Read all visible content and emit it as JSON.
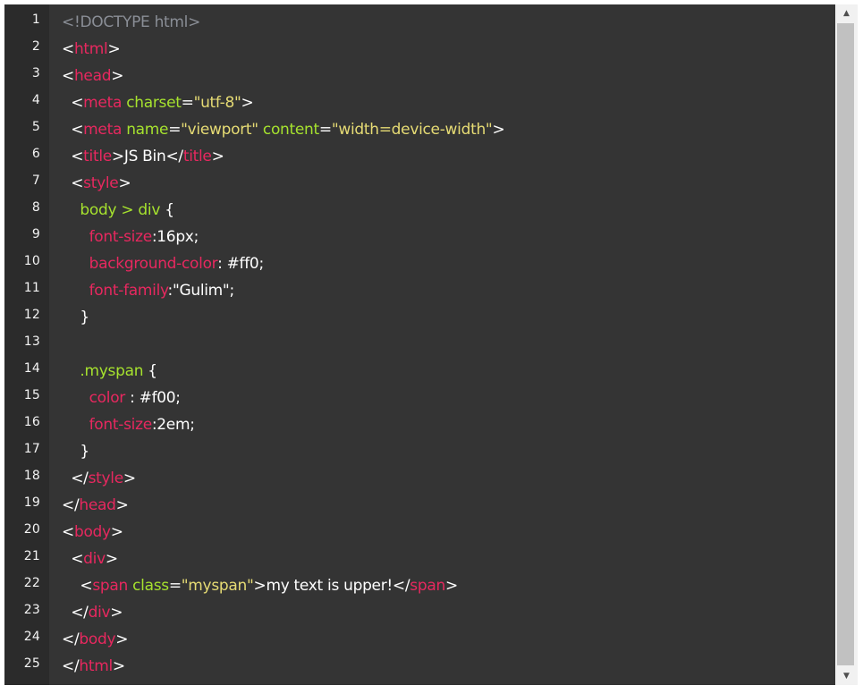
{
  "editor": {
    "lines": [
      {
        "n": "1",
        "tokens": [
          {
            "t": "doctype",
            "v": "<!DOCTYPE html>"
          }
        ]
      },
      {
        "n": "2",
        "tokens": [
          {
            "t": "punct",
            "v": "<"
          },
          {
            "t": "tag",
            "v": "html"
          },
          {
            "t": "punct",
            "v": ">"
          }
        ]
      },
      {
        "n": "3",
        "tokens": [
          {
            "t": "punct",
            "v": "<"
          },
          {
            "t": "tag",
            "v": "head"
          },
          {
            "t": "punct",
            "v": ">"
          }
        ]
      },
      {
        "n": "4",
        "tokens": [
          {
            "t": "text",
            "v": "  "
          },
          {
            "t": "punct",
            "v": "<"
          },
          {
            "t": "tag",
            "v": "meta"
          },
          {
            "t": "text",
            "v": " "
          },
          {
            "t": "attr",
            "v": "charset"
          },
          {
            "t": "punct",
            "v": "="
          },
          {
            "t": "string",
            "v": "\"utf-8\""
          },
          {
            "t": "punct",
            "v": ">"
          }
        ]
      },
      {
        "n": "5",
        "tokens": [
          {
            "t": "text",
            "v": "  "
          },
          {
            "t": "punct",
            "v": "<"
          },
          {
            "t": "tag",
            "v": "meta"
          },
          {
            "t": "text",
            "v": " "
          },
          {
            "t": "attr",
            "v": "name"
          },
          {
            "t": "punct",
            "v": "="
          },
          {
            "t": "string",
            "v": "\"viewport\""
          },
          {
            "t": "text",
            "v": " "
          },
          {
            "t": "attr",
            "v": "content"
          },
          {
            "t": "punct",
            "v": "="
          },
          {
            "t": "string",
            "v": "\"width=device-width\""
          },
          {
            "t": "punct",
            "v": ">"
          }
        ]
      },
      {
        "n": "6",
        "tokens": [
          {
            "t": "text",
            "v": "  "
          },
          {
            "t": "punct",
            "v": "<"
          },
          {
            "t": "tag",
            "v": "title"
          },
          {
            "t": "punct",
            "v": ">"
          },
          {
            "t": "text",
            "v": "JS Bin"
          },
          {
            "t": "punct",
            "v": "</"
          },
          {
            "t": "tag",
            "v": "title"
          },
          {
            "t": "punct",
            "v": ">"
          }
        ]
      },
      {
        "n": "7",
        "tokens": [
          {
            "t": "text",
            "v": "  "
          },
          {
            "t": "punct",
            "v": "<"
          },
          {
            "t": "tag",
            "v": "style"
          },
          {
            "t": "punct",
            "v": ">"
          }
        ]
      },
      {
        "n": "8",
        "tokens": [
          {
            "t": "text",
            "v": "    "
          },
          {
            "t": "selector",
            "v": "body > div"
          },
          {
            "t": "text",
            "v": " {"
          }
        ]
      },
      {
        "n": "9",
        "tokens": [
          {
            "t": "text",
            "v": "      "
          },
          {
            "t": "prop",
            "v": "font-size"
          },
          {
            "t": "text",
            "v": ":16px;"
          }
        ]
      },
      {
        "n": "10",
        "tokens": [
          {
            "t": "text",
            "v": "      "
          },
          {
            "t": "prop",
            "v": "background-color"
          },
          {
            "t": "text",
            "v": ": #ff0;"
          }
        ]
      },
      {
        "n": "11",
        "tokens": [
          {
            "t": "text",
            "v": "      "
          },
          {
            "t": "prop",
            "v": "font-family"
          },
          {
            "t": "text",
            "v": ":\"Gulim\";"
          }
        ]
      },
      {
        "n": "12",
        "tokens": [
          {
            "t": "text",
            "v": "    }"
          }
        ]
      },
      {
        "n": "13",
        "tokens": []
      },
      {
        "n": "14",
        "tokens": [
          {
            "t": "text",
            "v": "    "
          },
          {
            "t": "selector",
            "v": ".myspan"
          },
          {
            "t": "text",
            "v": " {"
          }
        ]
      },
      {
        "n": "15",
        "tokens": [
          {
            "t": "text",
            "v": "      "
          },
          {
            "t": "prop",
            "v": "color"
          },
          {
            "t": "text",
            "v": " : #f00;"
          }
        ]
      },
      {
        "n": "16",
        "tokens": [
          {
            "t": "text",
            "v": "      "
          },
          {
            "t": "prop",
            "v": "font-size"
          },
          {
            "t": "text",
            "v": ":2em;"
          }
        ]
      },
      {
        "n": "17",
        "tokens": [
          {
            "t": "text",
            "v": "    }"
          }
        ]
      },
      {
        "n": "18",
        "tokens": [
          {
            "t": "text",
            "v": "  "
          },
          {
            "t": "punct",
            "v": "</"
          },
          {
            "t": "tag",
            "v": "style"
          },
          {
            "t": "punct",
            "v": ">"
          }
        ]
      },
      {
        "n": "19",
        "tokens": [
          {
            "t": "punct",
            "v": "</"
          },
          {
            "t": "tag",
            "v": "head"
          },
          {
            "t": "punct",
            "v": ">"
          }
        ]
      },
      {
        "n": "20",
        "tokens": [
          {
            "t": "punct",
            "v": "<"
          },
          {
            "t": "tag",
            "v": "body"
          },
          {
            "t": "punct",
            "v": ">"
          }
        ]
      },
      {
        "n": "21",
        "tokens": [
          {
            "t": "text",
            "v": "  "
          },
          {
            "t": "punct",
            "v": "<"
          },
          {
            "t": "tag",
            "v": "div"
          },
          {
            "t": "punct",
            "v": ">"
          }
        ]
      },
      {
        "n": "22",
        "tokens": [
          {
            "t": "text",
            "v": "    "
          },
          {
            "t": "punct",
            "v": "<"
          },
          {
            "t": "tag",
            "v": "span"
          },
          {
            "t": "text",
            "v": " "
          },
          {
            "t": "attr",
            "v": "class"
          },
          {
            "t": "punct",
            "v": "="
          },
          {
            "t": "string",
            "v": "\"myspan\""
          },
          {
            "t": "punct",
            "v": ">"
          },
          {
            "t": "text",
            "v": "my text is upper!"
          },
          {
            "t": "punct",
            "v": "</"
          },
          {
            "t": "tag",
            "v": "span"
          },
          {
            "t": "punct",
            "v": ">"
          }
        ]
      },
      {
        "n": "23",
        "tokens": [
          {
            "t": "text",
            "v": "  "
          },
          {
            "t": "punct",
            "v": "</"
          },
          {
            "t": "tag",
            "v": "div"
          },
          {
            "t": "punct",
            "v": ">"
          }
        ]
      },
      {
        "n": "24",
        "tokens": [
          {
            "t": "punct",
            "v": "</"
          },
          {
            "t": "tag",
            "v": "body"
          },
          {
            "t": "punct",
            "v": ">"
          }
        ]
      },
      {
        "n": "25",
        "tokens": [
          {
            "t": "punct",
            "v": "</"
          },
          {
            "t": "tag",
            "v": "html"
          },
          {
            "t": "punct",
            "v": ">"
          }
        ]
      }
    ]
  },
  "scrollbar": {
    "up_icon": "scroll-up-arrow-icon",
    "down_icon": "scroll-down-arrow-icon",
    "up_glyph": "▲",
    "down_glyph": "▼"
  },
  "colors": {
    "editor_bg": "#343434",
    "gutter_bg": "#2b2b2b",
    "tag": "#e7285f",
    "attribute": "#a6e22e",
    "string": "#e6db74",
    "doctype": "#8a8e96",
    "text": "#ffffff"
  }
}
